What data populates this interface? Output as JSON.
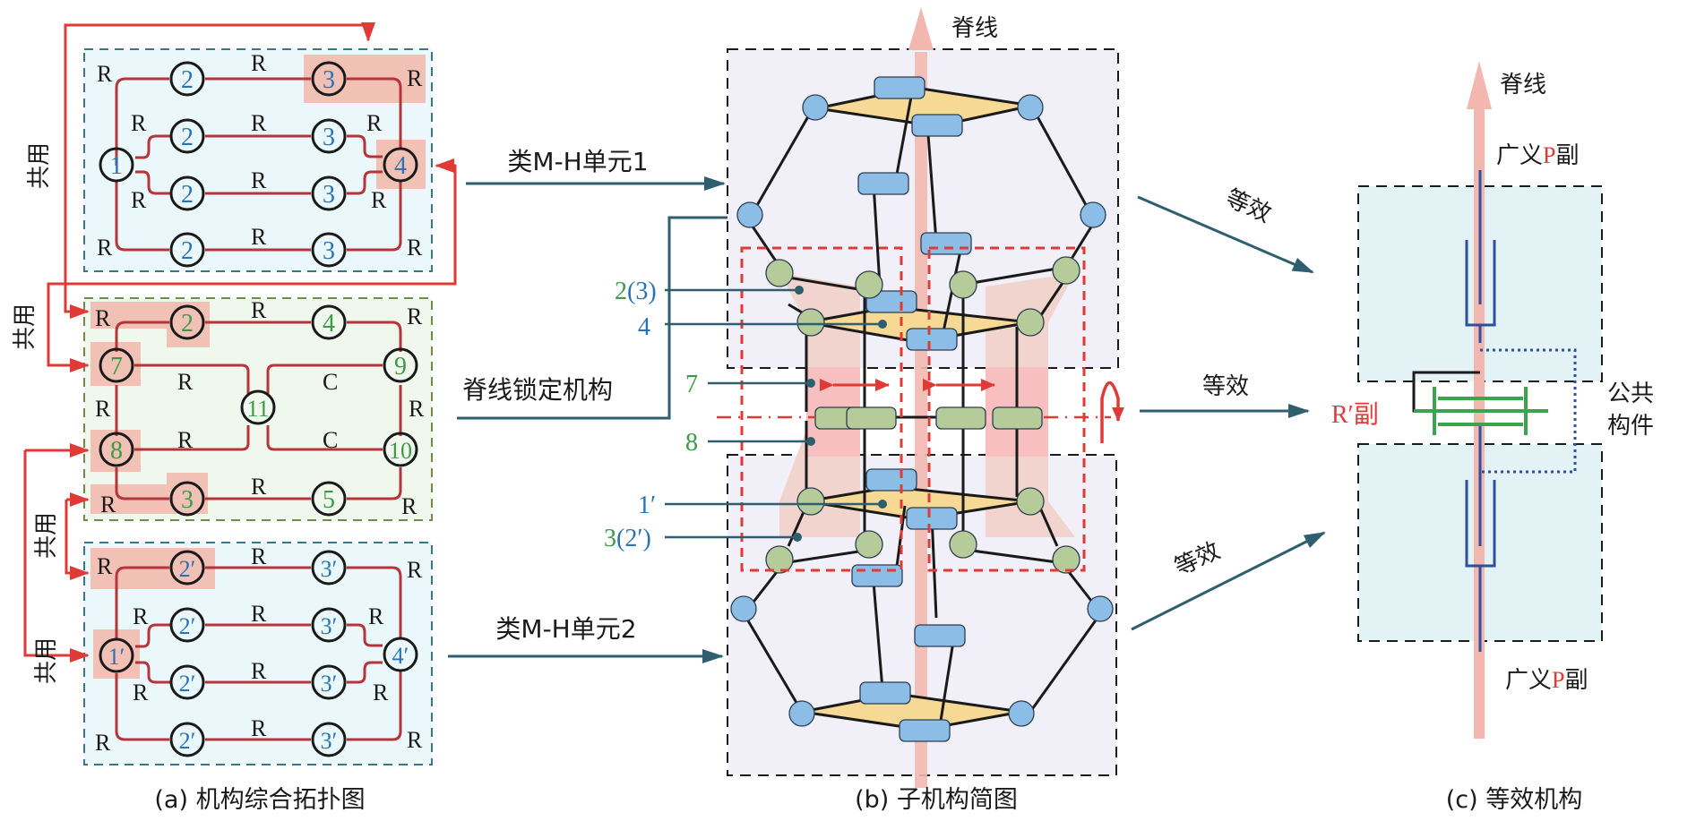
{
  "colors": {
    "loop_red": "#b5353a",
    "share_red": "#e03a36",
    "node_blue": "#2a72b8",
    "node_green": "#3b9a47",
    "panel_blue_bg": "#eaf7fb",
    "panel_green_bg": "#f0f7ec",
    "highlight": "#f2c1b6",
    "teal": "#2f5e6e",
    "spine": "#f2b8b0",
    "platform": "#f5d995",
    "link_blue": "#8bbde6",
    "link_green": "#b5cc9a",
    "submech_bg": "#f1eff7",
    "c_box_bg": "#e3f2f4"
  },
  "panel_a": {
    "caption": "(a) 机构综合拓扑图",
    "shared_label": "共用",
    "joint_R": "R",
    "joint_C": "C",
    "unit1": {
      "nodes": [
        "1",
        "2",
        "3",
        "4"
      ]
    },
    "lock": {
      "nodes": [
        "2",
        "4",
        "7",
        "9",
        "11",
        "8",
        "10",
        "3",
        "5"
      ]
    },
    "unit2": {
      "nodes": [
        "1′",
        "2′",
        "3′",
        "4′"
      ]
    }
  },
  "panel_b": {
    "caption": "(b) 子机构简图",
    "spine_label": "脊线",
    "arrow_unit1": "类M-H单元1",
    "arrow_lock": "脊线锁定机构",
    "arrow_unit2": "类M-H单元2",
    "callouts": {
      "c1_green": "2",
      "c1_blue": "(3)",
      "c2": "4",
      "c3": "7",
      "c4": "8",
      "c5": "1′",
      "c6_green": "3",
      "c6_blue": "(2′)"
    }
  },
  "panel_c": {
    "caption": "(c) 等效机构",
    "spine_label": "脊线",
    "p_pair_prefix": "广义",
    "p_pair_letter": "P",
    "p_pair_suffix": "副",
    "r_pair_letter": "R′",
    "r_pair_suffix": "副",
    "common_line1": "公共",
    "common_line2": "构件"
  },
  "equiv_label": "等效"
}
